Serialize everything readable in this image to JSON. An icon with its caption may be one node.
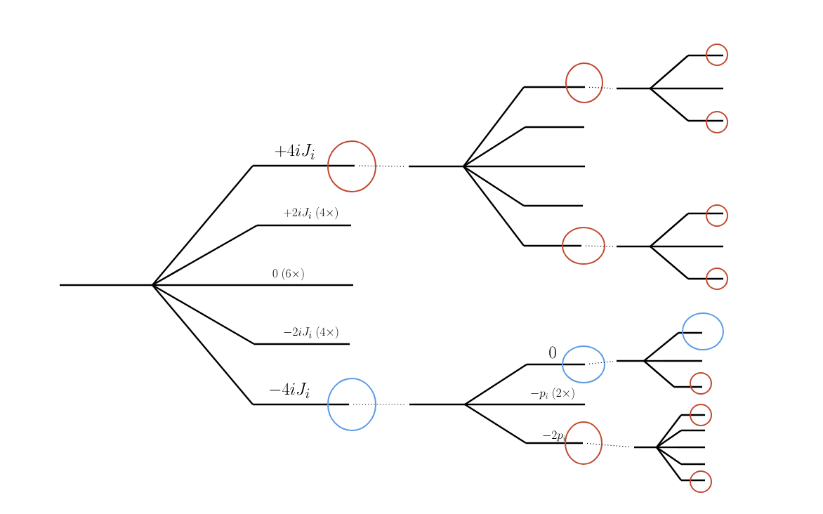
{
  "diagram": {
    "nodes": [
      {
        "text": [],
        "shape": "bar"
      },
      {
        "text": [
          "+4iJ_i"
        ]
      },
      {
        "text": [
          "+2iJ_i\\;(4\\times)"
        ]
      },
      {
        "text": [
          "0\\;(6\\times)"
        ]
      },
      {
        "text": [
          "-2iJ_i\\;(4\\times)"
        ]
      },
      {
        "text": [
          "-4iJ_i"
        ]
      },
      {
        "text": [],
        "shape": "bar"
      },
      {
        "text": [],
        "shape": "bar"
      },
      {
        "text": [],
        "shape": "bar"
      },
      {
        "text": [],
        "shape": "bar"
      },
      {
        "text": [],
        "shape": "bar"
      },
      {
        "text": [],
        "shape": "bar"
      },
      {
        "text": [],
        "shape": "bar"
      },
      {
        "text": [],
        "shape": "bar"
      },
      {
        "text": [],
        "shape": "bar"
      },
      {
        "text": [],
        "shape": "bar"
      },
      {
        "text": [],
        "shape": "bar"
      },
      {
        "text": [],
        "shape": "bar"
      },
      {
        "text": [],
        "shape": "bar"
      },
      {
        "text": [],
        "shape": "bar"
      },
      {
        "text": [],
        "shape": "bar"
      },
      {
        "text": [
          "0"
        ]
      },
      {
        "text": [
          "-p_i\\;(2\\times)"
        ]
      },
      {
        "text": [
          "-2p_i"
        ]
      },
      {
        "text": [],
        "shape": "bar"
      },
      {
        "text": [],
        "shape": "bar"
      },
      {
        "text": [],
        "shape": "bar"
      },
      {
        "text": [],
        "shape": "bar"
      },
      {
        "text": [],
        "shape": "bar"
      },
      {
        "text": [],
        "shape": "bar"
      },
      {
        "text": [],
        "shape": "bar"
      },
      {
        "text": [],
        "shape": "bar"
      },
      {
        "text": [],
        "shape": "bar"
      },
      {
        "text": [],
        "shape": "bar"
      }
    ],
    "edges": [
      {
        "from": 0,
        "to": 1,
        "arrow": "none"
      },
      {
        "from": 0,
        "to": 2,
        "arrow": "none"
      },
      {
        "from": 0,
        "to": 3,
        "arrow": "none"
      },
      {
        "from": 0,
        "to": 4,
        "arrow": "none"
      },
      {
        "from": 0,
        "to": 5,
        "arrow": "none"
      },
      {
        "from": 1,
        "to": 6,
        "arrow": "none",
        "style": "dashed"
      },
      {
        "from": 6,
        "to": 7,
        "arrow": "none"
      },
      {
        "from": 6,
        "to": 8,
        "arrow": "none"
      },
      {
        "from": 6,
        "to": 9,
        "arrow": "none"
      },
      {
        "from": 6,
        "to": 10,
        "arrow": "none"
      },
      {
        "from": 6,
        "to": 11,
        "arrow": "none"
      },
      {
        "from": 7,
        "to": 12,
        "arrow": "none",
        "style": "dashed"
      },
      {
        "from": 12,
        "to": 13,
        "arrow": "none"
      },
      {
        "from": 12,
        "to": 14,
        "arrow": "none"
      },
      {
        "from": 12,
        "to": 15,
        "arrow": "none"
      },
      {
        "from": 11,
        "to": 16,
        "arrow": "none",
        "style": "dashed"
      },
      {
        "from": 16,
        "to": 17,
        "arrow": "none"
      },
      {
        "from": 16,
        "to": 18,
        "arrow": "none"
      },
      {
        "from": 16,
        "to": 19,
        "arrow": "none"
      },
      {
        "from": 5,
        "to": 20,
        "arrow": "none",
        "style": "dashed"
      },
      {
        "from": 20,
        "to": 21,
        "arrow": "none"
      },
      {
        "from": 20,
        "to": 22,
        "arrow": "none"
      },
      {
        "from": 20,
        "to": 23,
        "arrow": "none"
      },
      {
        "from": 21,
        "to": 24,
        "arrow": "none",
        "style": "dashed"
      },
      {
        "from": 24,
        "to": 25,
        "arrow": "none"
      },
      {
        "from": 24,
        "to": 26,
        "arrow": "none"
      },
      {
        "from": 24,
        "to": 27,
        "arrow": "none"
      },
      {
        "from": 23,
        "to": 28,
        "arrow": "none",
        "style": "dashed"
      },
      {
        "from": 28,
        "to": 29,
        "arrow": "none"
      },
      {
        "from": 28,
        "to": 30,
        "arrow": "none"
      },
      {
        "from": 28,
        "to": 31,
        "arrow": "none"
      },
      {
        "from": 28,
        "to": 32,
        "arrow": "none"
      },
      {
        "from": 28,
        "to": 33,
        "arrow": "none"
      }
    ]
  }
}
